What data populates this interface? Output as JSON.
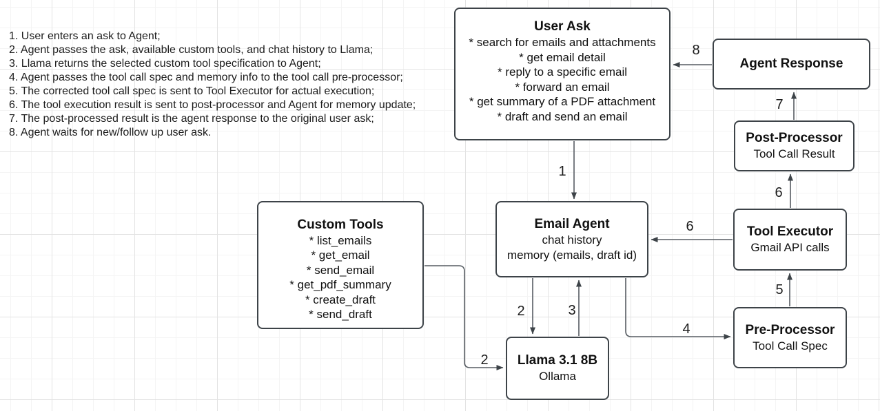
{
  "steps": {
    "items": [
      "1. User enters an ask to Agent;",
      "2. Agent passes the ask, available custom tools, and chat history to Llama;",
      "3. Llama returns the selected custom tool specification to Agent;",
      "4. Agent passes the tool call spec and memory info to the tool call pre-processor;",
      "5. The corrected tool call spec is sent to Tool Executor for actual execution;",
      "6. The tool execution result is sent to post-processor and Agent for memory update;",
      "7. The post-processed result is the agent response to the original user ask;",
      "8. Agent waits for new/follow up user ask."
    ]
  },
  "nodes": {
    "user_ask": {
      "title": "User Ask",
      "lines": [
        "* search for emails and attachments",
        "* get email detail",
        "* reply to a specific email",
        "* forward an email",
        "* get summary of a PDF attachment",
        "* draft and send an email"
      ]
    },
    "agent_response": {
      "title": "Agent Response"
    },
    "post_processor": {
      "title": "Post-Processor",
      "subtitle": "Tool Call Result"
    },
    "tool_executor": {
      "title": "Tool Executor",
      "subtitle": "Gmail API calls"
    },
    "pre_processor": {
      "title": "Pre-Processor",
      "subtitle": "Tool Call Spec"
    },
    "email_agent": {
      "title": "Email Agent",
      "lines": [
        "chat history",
        "memory (emails, draft id)"
      ]
    },
    "custom_tools": {
      "title": "Custom Tools",
      "lines": [
        "* list_emails",
        "* get_email",
        "* send_email",
        "* get_pdf_summary",
        "* create_draft",
        "* send_draft"
      ]
    },
    "llama": {
      "title": "Llama 3.1 8B",
      "subtitle": "Ollama"
    }
  },
  "edge_labels": {
    "user_to_agent": "1",
    "agent_to_llama": "2",
    "tools_to_llama": "2",
    "llama_to_agent": "3",
    "agent_to_preprocessor": "4",
    "preprocessor_to_executor": "5",
    "executor_to_agent": "6",
    "executor_to_postprocessor": "6",
    "postprocessor_to_response": "7",
    "response_to_userask": "8"
  },
  "colors": {
    "node_border": "#3d4348",
    "edge_line": "#565c62",
    "arrowhead": "#3d4348",
    "grid_minor": "#f4f4f4",
    "grid_major": "#e3e3e3",
    "text": "#1a1a1a"
  }
}
